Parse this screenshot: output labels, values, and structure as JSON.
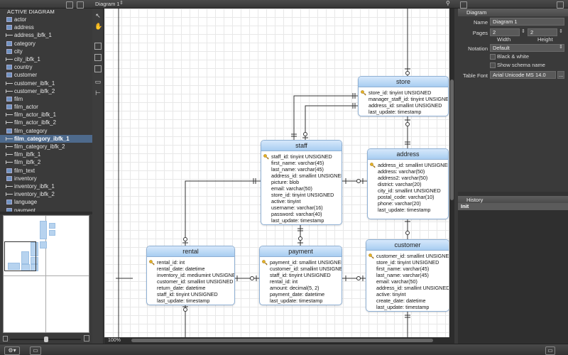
{
  "left_panel": {
    "header": "ACTIVE DIAGRAM",
    "items": [
      {
        "label": "actor",
        "kind": "table"
      },
      {
        "label": "address",
        "kind": "table"
      },
      {
        "label": "address_ibfk_1",
        "kind": "relation"
      },
      {
        "label": "category",
        "kind": "table"
      },
      {
        "label": "city",
        "kind": "table"
      },
      {
        "label": "city_ibfk_1",
        "kind": "relation"
      },
      {
        "label": "country",
        "kind": "table"
      },
      {
        "label": "customer",
        "kind": "table"
      },
      {
        "label": "customer_ibfk_1",
        "kind": "relation"
      },
      {
        "label": "customer_ibfk_2",
        "kind": "relation"
      },
      {
        "label": "film",
        "kind": "table"
      },
      {
        "label": "film_actor",
        "kind": "table"
      },
      {
        "label": "film_actor_ibfk_1",
        "kind": "relation"
      },
      {
        "label": "film_actor_ibfk_2",
        "kind": "relation"
      },
      {
        "label": "film_category",
        "kind": "table"
      },
      {
        "label": "film_category_ibfk_1",
        "kind": "relation",
        "selected": true
      },
      {
        "label": "film_category_ibfk_2",
        "kind": "relation"
      },
      {
        "label": "film_ibfk_1",
        "kind": "relation"
      },
      {
        "label": "film_ibfk_2",
        "kind": "relation"
      },
      {
        "label": "film_text",
        "kind": "table"
      },
      {
        "label": "inventory",
        "kind": "table"
      },
      {
        "label": "inventory_ibfk_1",
        "kind": "relation"
      },
      {
        "label": "inventory_ibfk_2",
        "kind": "relation"
      },
      {
        "label": "language",
        "kind": "table"
      },
      {
        "label": "payment",
        "kind": "table"
      }
    ]
  },
  "editor": {
    "tab_label": "Diagram 1",
    "zoom": "100%"
  },
  "tables": [
    {
      "name": "store",
      "columns": [
        "store_id: tinyint UNSIGNED",
        "manager_staff_id: tinyint UNSIGNED",
        "address_id: smallint UNSIGNED",
        "last_update: timestamp"
      ]
    },
    {
      "name": "staff",
      "columns": [
        "staff_id: tinyint UNSIGNED",
        "first_name: varchar(45)",
        "last_name: varchar(45)",
        "address_id: smallint UNSIGNED",
        "picture: blob",
        "email: varchar(50)",
        "store_id: tinyint UNSIGNED",
        "active: tinyint",
        "username: varchar(16)",
        "password: varchar(40)",
        "last_update: timestamp"
      ]
    },
    {
      "name": "address",
      "columns": [
        "address_id: smallint UNSIGNED",
        "address: varchar(50)",
        "address2: varchar(50)",
        "district: varchar(20)",
        "city_id: smallint UNSIGNED",
        "postal_code: varchar(10)",
        "phone: varchar(20)",
        "last_update: timestamp"
      ]
    },
    {
      "name": "rental",
      "columns": [
        "rental_id: int",
        "rental_date: datetime",
        "inventory_id: mediumint UNSIGNED",
        "customer_id: smallint UNSIGNED",
        "return_date: datetime",
        "staff_id: tinyint UNSIGNED",
        "last_update: timestamp"
      ]
    },
    {
      "name": "payment",
      "columns": [
        "payment_id: smallint UNSIGNED",
        "customer_id: smallint UNSIGNED",
        "staff_id: tinyint UNSIGNED",
        "rental_id: int",
        "amount: decimal(5, 2)",
        "payment_date: datetime",
        "last_update: timestamp"
      ]
    },
    {
      "name": "customer",
      "columns": [
        "customer_id: smallint UNSIGNED",
        "store_id: tinyint UNSIGNED",
        "first_name: varchar(45)",
        "last_name: varchar(45)",
        "email: varchar(50)",
        "address_id: smallint UNSIGNED",
        "active: tinyint",
        "create_date: datetime",
        "last_update: timestamp"
      ]
    }
  ],
  "right_panel": {
    "diagram_section": "Diagram",
    "name_label": "Name",
    "name_value": "Diagram 1",
    "pages_label": "Pages",
    "pages_width": "2",
    "pages_height": "2",
    "width_label": "Width",
    "height_label": "Height",
    "notation_label": "Notation",
    "notation_value": "Default",
    "bw_label": "Black & white",
    "schema_label": "Show schema name",
    "table_font_label": "Table Font",
    "table_font_value": "Arial Unicode MS 14.0",
    "font_button": "...",
    "history_section": "History",
    "history_item": "Init"
  }
}
